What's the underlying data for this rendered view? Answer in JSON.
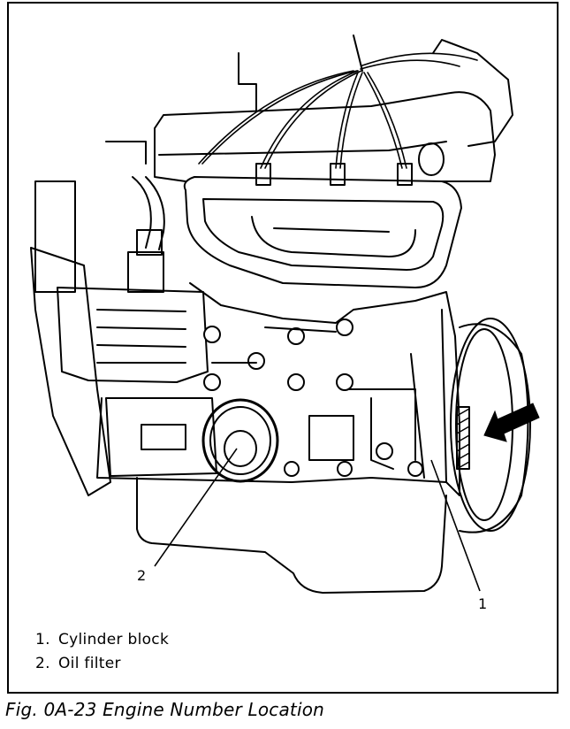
{
  "legend": [
    {
      "number": "1.",
      "label": "Cylinder block"
    },
    {
      "number": "2.",
      "label": "Oil filter"
    }
  ],
  "callouts": [
    {
      "number": "1",
      "refers_to": "Cylinder block"
    },
    {
      "number": "2",
      "refers_to": "Oil filter"
    }
  ],
  "caption": "Fig. 0A-23  Engine Number Location",
  "colors": {
    "ink": "#000000",
    "paper": "#ffffff"
  }
}
